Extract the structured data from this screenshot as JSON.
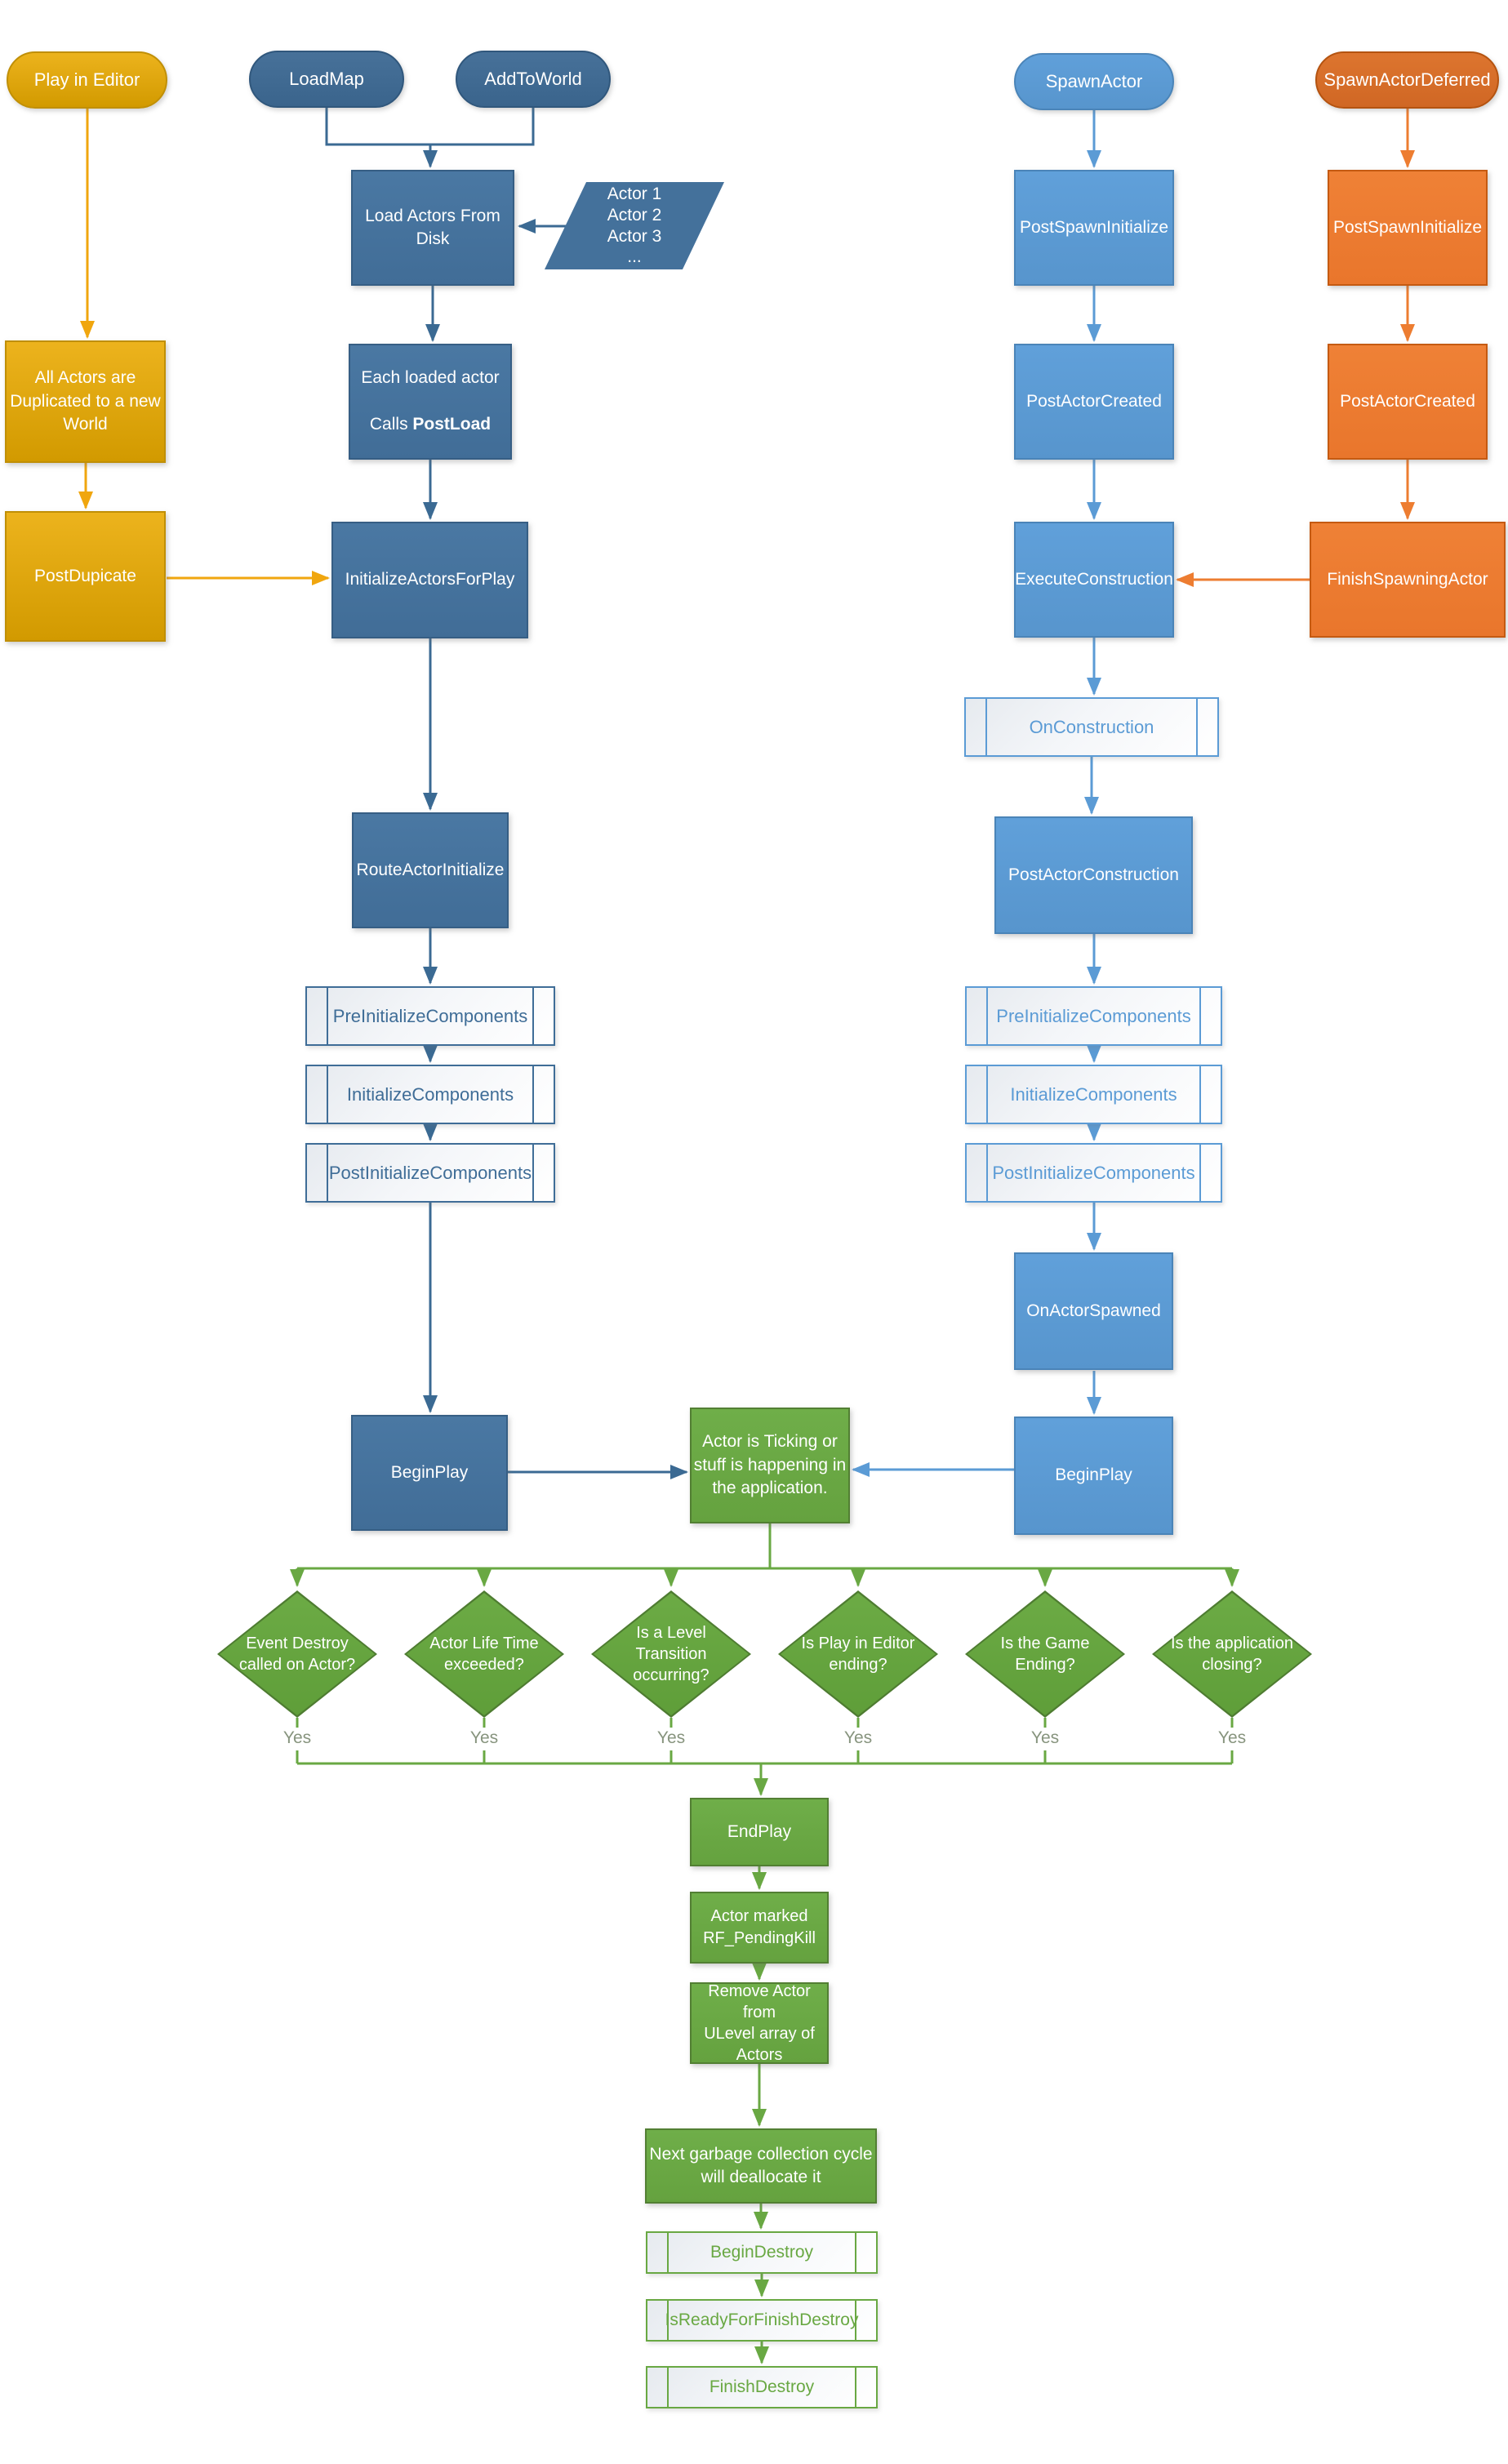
{
  "palette": {
    "gold": "#D9A301",
    "navy": "#44719B",
    "blue": "#5B9BD5",
    "orange": "#ED7D31",
    "green": "#69A843",
    "subroutine_background": "#F4F6F9",
    "yes_text": "#87947E"
  },
  "nodes": {
    "play_in_editor": "Play in Editor",
    "load_map": "LoadMap",
    "add_to_world": "AddToWorld",
    "spawn_actor": "SpawnActor",
    "spawn_actor_deferred": "SpawnActorDeferred",
    "load_actors_from_disk": "Load Actors From\nDisk",
    "actor_list": "Actor 1\nActor 2\nActor 3\n...",
    "each_loaded_line1": "Each loaded actor",
    "each_loaded_calls": "Calls ",
    "each_loaded_postload": "PostLoad",
    "all_actors_duplicated": "All Actors are\nDuplicated to a new\nWorld",
    "post_dupicate": "PostDupicate",
    "initialize_actors_for_play": "InitializeActorsForPlay",
    "route_actor_initialize": "RouteActorInitialize",
    "pre_initialize_components": "PreInitializeComponents",
    "initialize_components": "InitializeComponents",
    "post_initialize_components": "PostInitializeComponents",
    "begin_play": "BeginPlay",
    "post_spawn_initialize": "PostSpawnInitialize",
    "post_actor_created": "PostActorCreated",
    "execute_construction": "ExecuteConstruction",
    "on_construction": "OnConstruction",
    "post_actor_construction": "PostActorConstruction",
    "on_actor_spawned": "OnActorSpawned",
    "finish_spawning_actor": "FinishSpawningActor",
    "actor_ticking": "Actor is Ticking or\nstuff is happening in\nthe application.",
    "end_play": "EndPlay",
    "actor_marked": "Actor marked\nRF_PendingKill",
    "remove_actor": "Remove Actor from\nULevel array of\nActors",
    "next_gc": "Next garbage collection cycle\nwill deallocate it",
    "begin_destroy": "BeginDestroy",
    "is_ready_for_finish_destroy": "IsReadyForFinishDestroy",
    "finish_destroy": "FinishDestroy"
  },
  "decisions": [
    "Event Destroy\ncalled on Actor?",
    "Actor Life Time\nexceeded?",
    "Is a Level\nTransition\noccurring?",
    "Is Play in Editor\nending?",
    "Is the Game\nEnding?",
    "Is the application\nclosing?"
  ],
  "yes_label": "Yes"
}
